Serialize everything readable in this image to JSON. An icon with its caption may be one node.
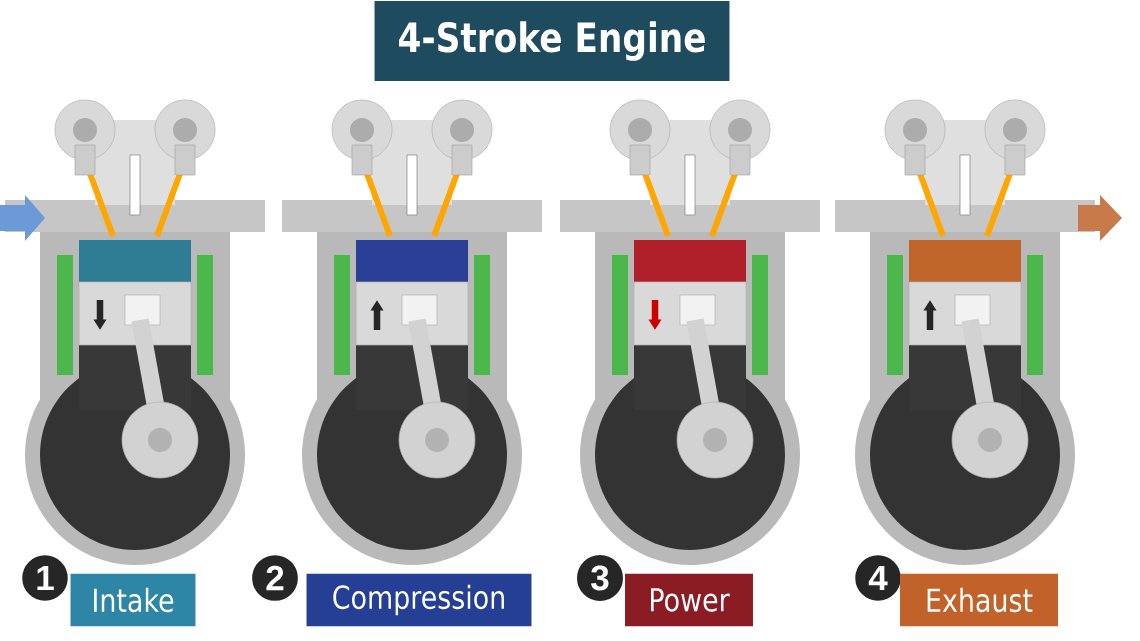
{
  "diagram": {
    "title": "4-Stroke Engine",
    "nodes": [
      {
        "text": [
          "1"
        ]
      },
      {
        "text": [
          "Intake"
        ]
      },
      {
        "text": [
          "2"
        ]
      },
      {
        "text": [
          "Compression"
        ]
      },
      {
        "text": [
          "3"
        ]
      },
      {
        "text": [
          "Power"
        ]
      },
      {
        "text": [
          "4"
        ]
      },
      {
        "text": [
          "Exhaust"
        ]
      }
    ]
  }
}
